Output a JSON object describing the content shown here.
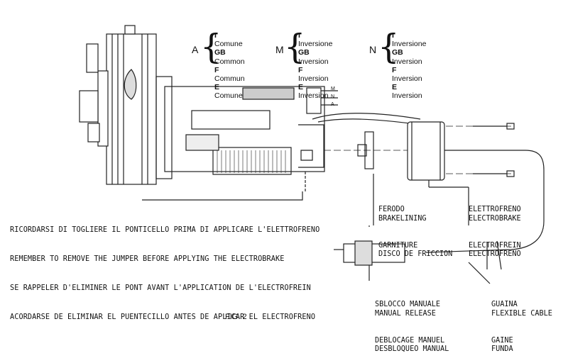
{
  "legends": [
    {
      "key": "A",
      "lines": [
        {
          "code": "I",
          "text": "Comune"
        },
        {
          "code": "GB",
          "text": "Common"
        },
        {
          "code": "F",
          "text": "Commun"
        },
        {
          "code": "E",
          "text": "Comune"
        }
      ]
    },
    {
      "key": "M",
      "lines": [
        {
          "code": "I",
          "text": "Inversione"
        },
        {
          "code": "GB",
          "text": "Inversion"
        },
        {
          "code": "F",
          "text": "Inversion"
        },
        {
          "code": "E",
          "text": "Inversion"
        }
      ]
    },
    {
      "key": "N",
      "lines": [
        {
          "code": "I",
          "text": "Inversione"
        },
        {
          "code": "GB",
          "text": "Inversion"
        },
        {
          "code": "F",
          "text": "Inversion"
        },
        {
          "code": "E",
          "text": "Inversion"
        }
      ]
    }
  ],
  "terminal_labels": [
    "M",
    "N",
    "A"
  ],
  "note_lines": [
    "RICORDARSI DI TOGLIERE IL PONTICELLO PRIMA DI APPLICARE L'ELETTROFRENO",
    "REMEMBER TO REMOVE THE JUMPER BEFORE APPLYING THE ELECTROBRAKE",
    "SE RAPPELER D'ELIMINER LE PONT AVANT L'APPLICATION DE L'ELECTROFREIN",
    "ACORDARSE DE ELIMINAR EL PUENTECILLO ANTES DE APLICAR EL ELECTROFRENO"
  ],
  "labels": {
    "ferodo": [
      "FERODO",
      "BRAKELINING",
      "GARNITURE",
      "DISCO DE FRICCION"
    ],
    "elettrofreno": [
      "ELETTROFRENO",
      "ELECTROBRAKE",
      "ELECTROFREIN",
      "ELECTROFRENO"
    ],
    "sblocco": [
      "SBLOCCO MANUALE",
      "MANUAL RELEASE",
      "DEBLOCAGE MANUEL",
      "DESBLOQUEO MANUAL"
    ],
    "guaina": [
      "GUAINA",
      "FLEXIBLE CABLE",
      "GAINE",
      "FUNDA"
    ]
  },
  "caption": "FIG. 2"
}
